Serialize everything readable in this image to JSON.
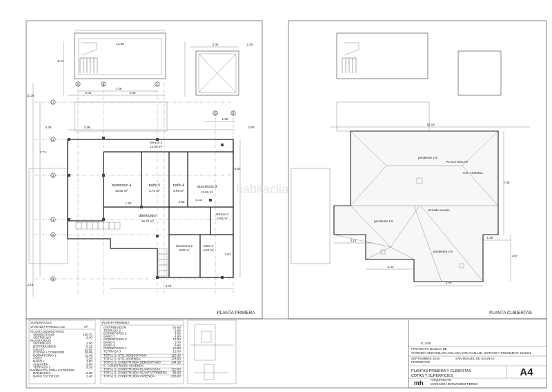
{
  "plans": {
    "left": {
      "title": "PLANTA PRIMERA",
      "rooms": [
        {
          "name": "terraza 2",
          "area": "12.00 m²"
        },
        {
          "name": "dormitorio 4",
          "area": "10.80 m²"
        },
        {
          "name": "baño 5",
          "area": "5.70 m²"
        },
        {
          "name": "baño 4",
          "area": "5.60 m²"
        },
        {
          "name": "dormitorio 3",
          "area": "12.60 m²"
        },
        {
          "name": "distribuidor",
          "area": "15.72 m²"
        },
        {
          "name": "terraza 3",
          "area": "2.60 m²"
        },
        {
          "name": "dormitorio 5",
          "area": "8.80 m²"
        },
        {
          "name": "baño 3",
          "area": "4.80 m²"
        }
      ],
      "axis_letters": [
        "A",
        "B",
        "C",
        "D",
        "E"
      ],
      "axis_numbers": [
        "1",
        "2",
        "3",
        "4",
        "5",
        "6"
      ],
      "dims": [
        "12.88",
        "7.26",
        "4.35",
        "2.01",
        "3.00",
        "2.30",
        "2.38",
        "3.35",
        "2.90",
        "1.30",
        "4.73",
        "6.50",
        "7.71",
        "11.25",
        "3.13",
        "2.60",
        "1.50",
        "3.67",
        "2.16",
        "8.17"
      ]
    },
    "right": {
      "title": "PLANTA CUBIERTAS",
      "labels": [
        "pendiente 1%",
        "PLACA SOLAR",
        "mín. ACUMUL.",
        "tornado acceso",
        "pendiente 1%",
        "pendiente 1%"
      ],
      "dims": [
        "10.18",
        "7.48",
        "3.15",
        "3.43",
        "1.26",
        "3.67",
        "4.73"
      ]
    }
  },
  "surfaces": {
    "header": "SUPERFICIES",
    "subheader": "VIVIENDA PARCELA 15",
    "unit": "m²",
    "sections": [
      {
        "title": "PLANTA SEMISOTANO",
        "rows": [
          [
            "SEMISOTANO",
            "110.70"
          ],
          [
            "VESTIBULO",
            "2.40"
          ]
        ]
      },
      {
        "title": "PLANTA BAJA",
        "rows": [
          [
            "VESTIBULO",
            "2.00"
          ],
          [
            "DISTRIBUIDOR",
            "6.15"
          ],
          [
            "SALON",
            "21.50"
          ],
          [
            "COCINA / COMEDOR",
            "19.85"
          ],
          [
            "DORMITORIO 1",
            "11.45"
          ],
          [
            "ASEO",
            "2.18"
          ],
          [
            "BAÑO 1",
            "4.80"
          ],
          [
            "ALMACEN",
            "3.00"
          ],
          [
            "TERRAZA 1",
            "9.32"
          ]
        ]
      },
      {
        "title": "BARBACOA ZONA EXTERIOR",
        "rows": [
          [
            "BARBACOA",
            "5.60"
          ],
          [
            "BAÑO EXTERIOR",
            "3.48"
          ]
        ]
      }
    ],
    "col2_header": "PLANTA PRIMERA",
    "col2_rows": [
      [
        "DISTRIBUIDOR",
        "15.60"
      ],
      [
        "TERRAZA 2",
        "2.60"
      ],
      [
        "DORMITORIO 2",
        "4.80"
      ],
      [
        "BAÑO 2",
        "4.80"
      ],
      [
        "DORMITORIO 3",
        "12.60"
      ],
      [
        "BAÑO 3",
        "5.70"
      ],
      [
        "BAÑO 4",
        "5.60"
      ],
      [
        "DORMITORIO 4",
        "10.80"
      ],
      [
        "TERRAZA 3",
        "12.00"
      ]
    ],
    "col2_totals": [
      [
        "TOTAL S. UTIL SEMISOTANO",
        "113.10"
      ],
      [
        "TOTAL S. UTIL VIVIENDA",
        "178.50"
      ],
      [
        "TOTAL S. CONSTRUIDA SEMISOTANO",
        "144.15"
      ],
      [
        "S. CONSTRUIDA VIVIENDA",
        ""
      ],
      [
        "TOTAL S. CONSTRUIDA PLANTA BAJA",
        "110.00"
      ],
      [
        "TOTAL S. CONSTRUIDA PLANTA PRIMERA",
        "96.00"
      ],
      [
        "TOTAL S. CONSTRUIDA VIVIENDA",
        "206.00"
      ]
    ]
  },
  "title_block": {
    "scale": "E: 1/50",
    "project_lines": [
      "PROYECTO BASICO DE",
      "VIVIENDA UNIFAMILIAR AISLADA CON GARAJE, SOTANO Y PISCINA"
    ],
    "drawing_title_1": "PLANTAS PRIMERA Y CUBIERTAS",
    "drawing_title_2": "COTAS Y SUPERFICIES",
    "sheet": "A4",
    "logo": "mh",
    "architect_label": "ARQUITECTO",
    "architect": "MARIANO HERNANDEZ PEREZ",
    "date_label": "SEPTIEMBRE 2016",
    "client_label": "PROMOTOR",
    "location_label": "SAN MIGUEL DE SALINAS",
    "ref": "CAP. 21/2016"
  },
  "watermark": "habitaclia"
}
